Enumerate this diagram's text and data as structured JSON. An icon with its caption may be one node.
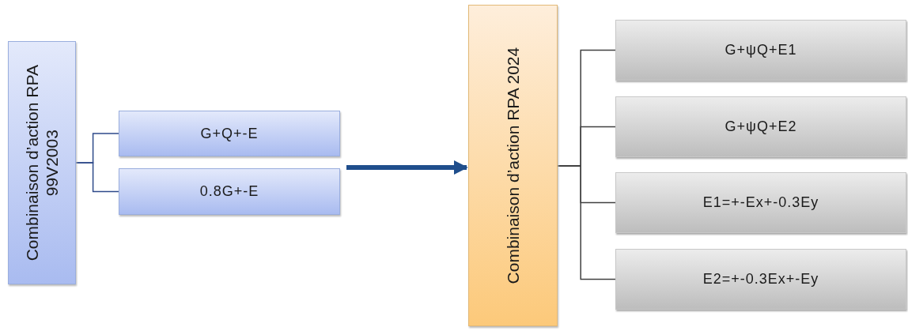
{
  "diagram": {
    "nodes": [
      {
        "text": [
          "Combinaison d’action RPA 99V2003"
        ]
      },
      {
        "text": [
          "G+Q+-E"
        ]
      },
      {
        "text": [
          "0.8G+-E"
        ]
      },
      {
        "text": [
          "Combinaison d’action RPA 2024"
        ]
      },
      {
        "text": [
          "G+ψQ+E1"
        ]
      },
      {
        "text": [
          "G+ψQ+E2"
        ]
      },
      {
        "text": [
          "E1=+-Ex+-0.3Ey"
        ]
      },
      {
        "text": [
          "E2=+-0.3Ex+-Ey"
        ]
      }
    ],
    "edges": [
      {
        "from": 0,
        "to": 1,
        "arrow": "none",
        "color": "#2e4a8a"
      },
      {
        "from": 0,
        "to": 2,
        "arrow": "none",
        "color": "#2e4a8a"
      },
      {
        "from": 2,
        "to": 3,
        "arrow": "to",
        "style": "thick",
        "color": "#1f4e8c"
      },
      {
        "from": 3,
        "to": 4,
        "arrow": "none"
      },
      {
        "from": 3,
        "to": 5,
        "arrow": "none"
      },
      {
        "from": 3,
        "to": 6,
        "arrow": "none"
      },
      {
        "from": 3,
        "to": 7,
        "arrow": "none"
      }
    ]
  }
}
